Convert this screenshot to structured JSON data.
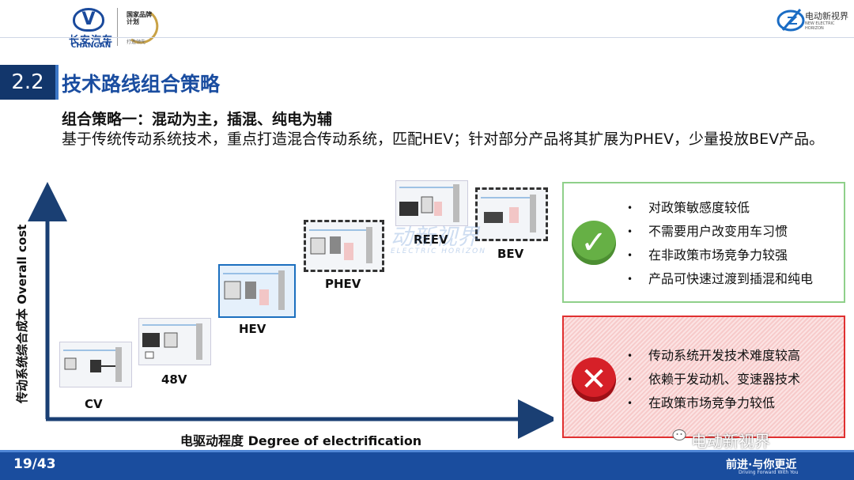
{
  "header": {
    "changan_cn": "长安汽车",
    "changan_en": "CHANGAN",
    "brand_plan": "国家品牌\n计划",
    "brand_plan_sub": "打造领先",
    "ev_logo_cn": "电动新视界",
    "ev_logo_en": "NEW ELECTRIC HORIZON"
  },
  "section": {
    "number": "2.2",
    "title": "技术路线组合策略"
  },
  "strategy": {
    "heading": "组合策略一：混动为主，插混、纯电为辅",
    "description": "基于传统传动系统技术，重点打造混合传动系统，匹配HEV；针对部分产品将其扩展为PHEV，少量投放BEV产品。"
  },
  "chart": {
    "y_axis_label": "传动系统综合成本 Overall cost",
    "x_axis_label": "电驱动程度 Degree of electrification",
    "stages": [
      "CV",
      "48V",
      "HEV",
      "PHEV",
      "REEV",
      "BEV"
    ],
    "watermark_cn": "动新视界",
    "watermark_en": "ELECTRIC HORIZON"
  },
  "advantages": {
    "icon": "check-icon",
    "color": "#66b045",
    "items": [
      "对政策敏感度较低",
      "不需要用户改变用车习惯",
      "在非政策市场竞争力较强",
      "产品可快速过渡到插混和纯电"
    ]
  },
  "disadvantages": {
    "icon": "cross-icon",
    "color": "#d62028",
    "items": [
      "传动系统开发技术难度较高",
      "依赖于发动机、变速器技术",
      "在政策市场竞争力较低"
    ]
  },
  "footer": {
    "page": "19/43",
    "slogan": "前进·与你更近",
    "slogan_en": "Driving Forward With You",
    "wechat_mark": "电动新视界"
  }
}
